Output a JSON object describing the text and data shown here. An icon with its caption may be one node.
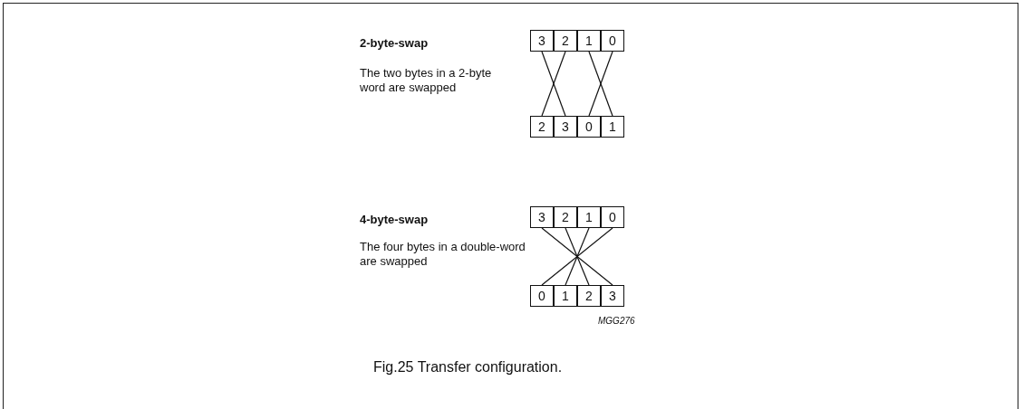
{
  "diagram": {
    "caption": "Fig.25 Transfer configuration.",
    "nodes": [
      {
        "text": [
          "3"
        ]
      },
      {
        "text": [
          "2"
        ]
      },
      {
        "text": [
          "1"
        ]
      },
      {
        "text": [
          "0"
        ]
      },
      {
        "text": [
          "2"
        ]
      },
      {
        "text": [
          "3"
        ]
      },
      {
        "text": [
          "0"
        ]
      },
      {
        "text": [
          "1"
        ]
      },
      {
        "text": [
          "3"
        ]
      },
      {
        "text": [
          "2"
        ]
      },
      {
        "text": [
          "1"
        ]
      },
      {
        "text": [
          "0"
        ]
      },
      {
        "text": [
          "0"
        ]
      },
      {
        "text": [
          "1"
        ]
      },
      {
        "text": [
          "2"
        ]
      },
      {
        "text": [
          "3"
        ]
      }
    ],
    "edges": [
      {
        "from": 0,
        "to": 5,
        "arrow": "none"
      },
      {
        "from": 1,
        "to": 4,
        "arrow": "none"
      },
      {
        "from": 2,
        "to": 7,
        "arrow": "none"
      },
      {
        "from": 3,
        "to": 6,
        "arrow": "none"
      },
      {
        "from": 8,
        "to": 15,
        "arrow": "none"
      },
      {
        "from": 9,
        "to": 14,
        "arrow": "none"
      },
      {
        "from": 10,
        "to": 13,
        "arrow": "none"
      },
      {
        "from": 11,
        "to": 12,
        "arrow": "none"
      }
    ],
    "labels": [
      "2-byte-swap",
      "The two bytes in a 2-byte word are swapped",
      "4-byte-swap",
      "The four bytes in a double-word are swapped",
      "MGG276"
    ]
  }
}
